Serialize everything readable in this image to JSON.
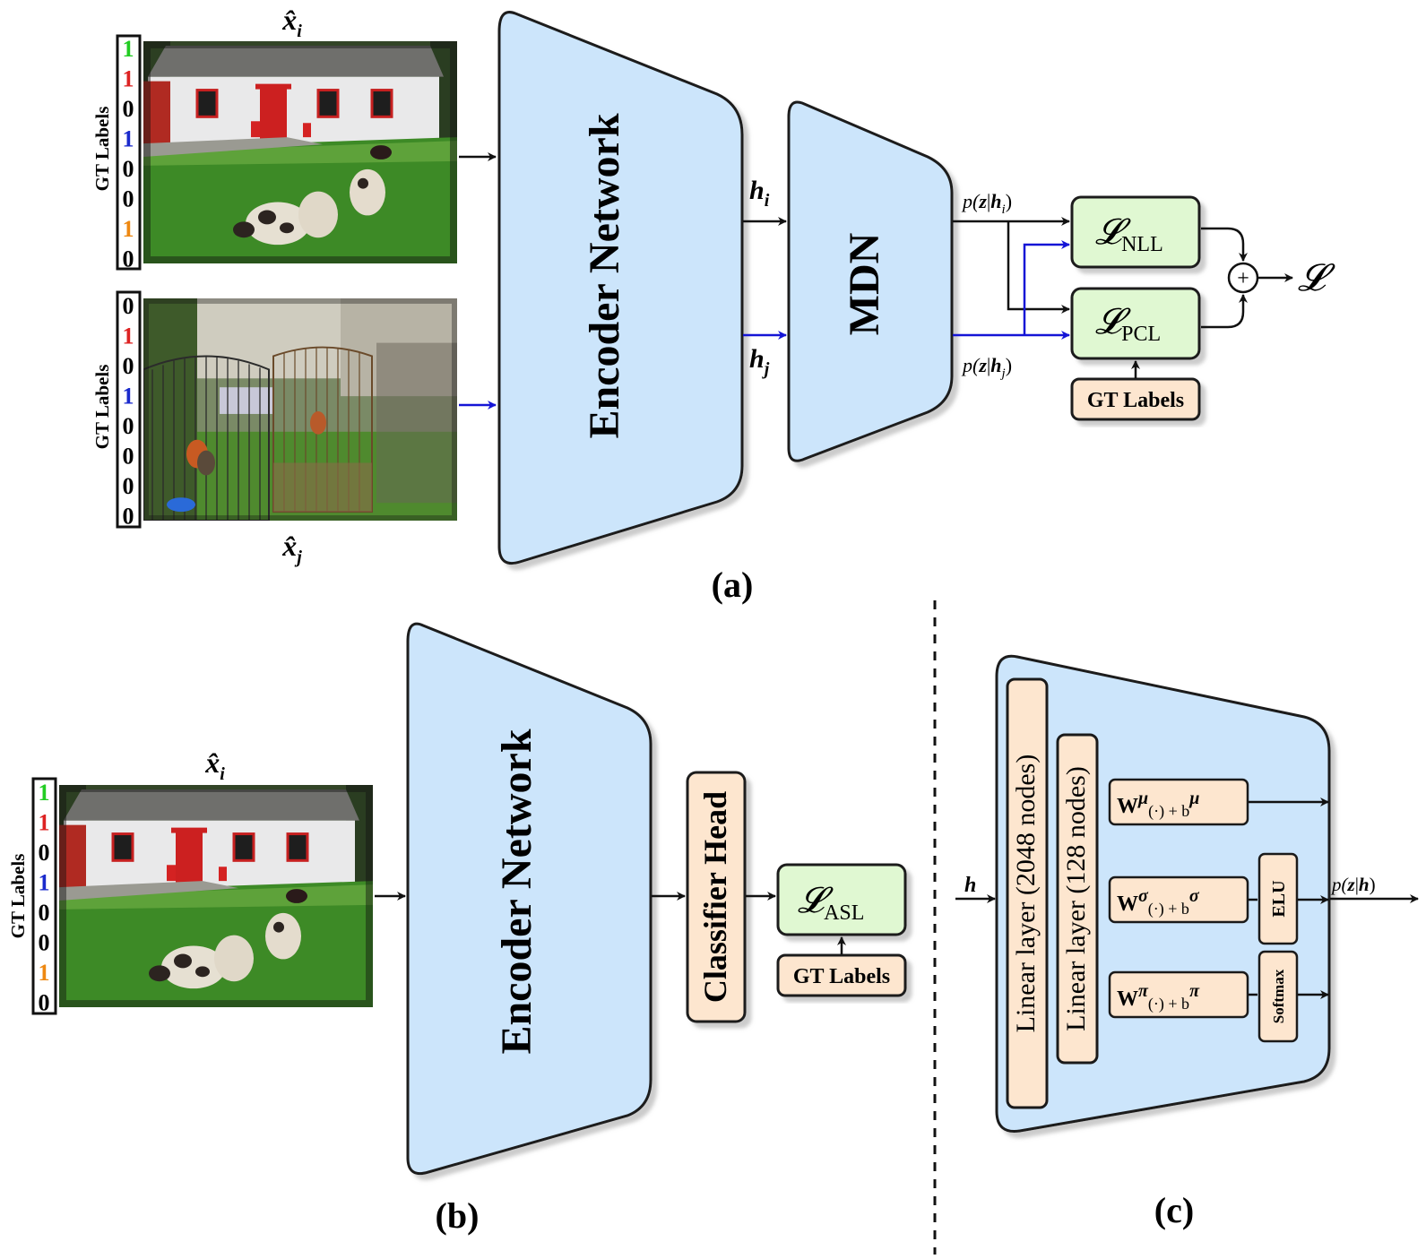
{
  "panel_a": {
    "caption": "(a)",
    "input_top": {
      "label": "x̂",
      "sub": "i",
      "gt_title": "GT Labels",
      "labels": [
        {
          "v": "1",
          "color": "#22cc22"
        },
        {
          "v": "1",
          "color": "#dd2222"
        },
        {
          "v": "0",
          "color": "#000000"
        },
        {
          "v": "1",
          "color": "#1a2acc"
        },
        {
          "v": "0",
          "color": "#000000"
        },
        {
          "v": "0",
          "color": "#000000"
        },
        {
          "v": "1",
          "color": "#ee8811"
        },
        {
          "v": "0",
          "color": "#000000"
        }
      ]
    },
    "input_bottom": {
      "label": "x̂",
      "sub": "j",
      "gt_title": "GT Labels",
      "labels": [
        {
          "v": "0",
          "color": "#000000"
        },
        {
          "v": "1",
          "color": "#dd2222"
        },
        {
          "v": "0",
          "color": "#000000"
        },
        {
          "v": "1",
          "color": "#1a2acc"
        },
        {
          "v": "0",
          "color": "#000000"
        },
        {
          "v": "0",
          "color": "#000000"
        },
        {
          "v": "0",
          "color": "#000000"
        },
        {
          "v": "0",
          "color": "#000000"
        }
      ]
    },
    "encoder": "Encoder Network",
    "h_i": "h",
    "h_i_sub": "i",
    "h_j": "h",
    "h_j_sub": "j",
    "mdn": "MDN",
    "p_i_pre": "p(",
    "p_i_z": "z",
    "p_i_bar": "|",
    "p_i_h": "h",
    "p_i_sub": "i",
    "p_i_post": ")",
    "p_j_pre": "p(",
    "p_j_z": "z",
    "p_j_bar": "|",
    "p_j_h": "h",
    "p_j_sub": "j",
    "p_j_post": ")",
    "loss_nll": "𝓛",
    "loss_nll_sub": "NLL",
    "loss_pcl": "𝓛",
    "loss_pcl_sub": "PCL",
    "gt_labels_box": "GT Labels",
    "plus": "+",
    "loss_total": "𝓛"
  },
  "panel_b": {
    "caption": "(b)",
    "input": {
      "label": "x̂",
      "sub": "i",
      "gt_title": "GT Labels",
      "labels": [
        {
          "v": "1",
          "color": "#22cc22"
        },
        {
          "v": "1",
          "color": "#dd2222"
        },
        {
          "v": "0",
          "color": "#000000"
        },
        {
          "v": "1",
          "color": "#1a2acc"
        },
        {
          "v": "0",
          "color": "#000000"
        },
        {
          "v": "0",
          "color": "#000000"
        },
        {
          "v": "1",
          "color": "#ee8811"
        },
        {
          "v": "0",
          "color": "#000000"
        }
      ]
    },
    "encoder": "Encoder Network",
    "classifier": "Classifier Head",
    "loss_asl": "𝓛",
    "loss_asl_sub": "ASL",
    "gt_labels_box": "GT Labels"
  },
  "panel_c": {
    "caption": "(c)",
    "h_in": "h",
    "linear1": "Linear layer (2048 nodes)",
    "linear2": "Linear layer (128 nodes)",
    "w_mu": "W",
    "w_mu_sup": "μ",
    "w_mu_mid": "(·) + b",
    "w_mu_sup2": "μ",
    "w_sigma": "W",
    "w_sigma_sup": "σ",
    "w_sigma_mid": "(·) + b",
    "w_sigma_sup2": "σ",
    "w_pi": "W",
    "w_pi_sup": "π",
    "w_pi_mid": "(·) + b",
    "w_pi_sup2": "π",
    "elu": "ELU",
    "softmax": "Softmax",
    "p_out_pre": "p(",
    "p_out_z": "z",
    "p_out_bar": "|",
    "p_out_h": "h",
    "p_out_post": ")"
  },
  "colors": {
    "blue_fill": "#cce5fb",
    "green_fill": "#e0f8d2",
    "peach_fill": "#fde6cf",
    "arrow_blue": "#1414d6",
    "stroke": "#1a1a1a",
    "shadow": "#9a9a9a"
  }
}
